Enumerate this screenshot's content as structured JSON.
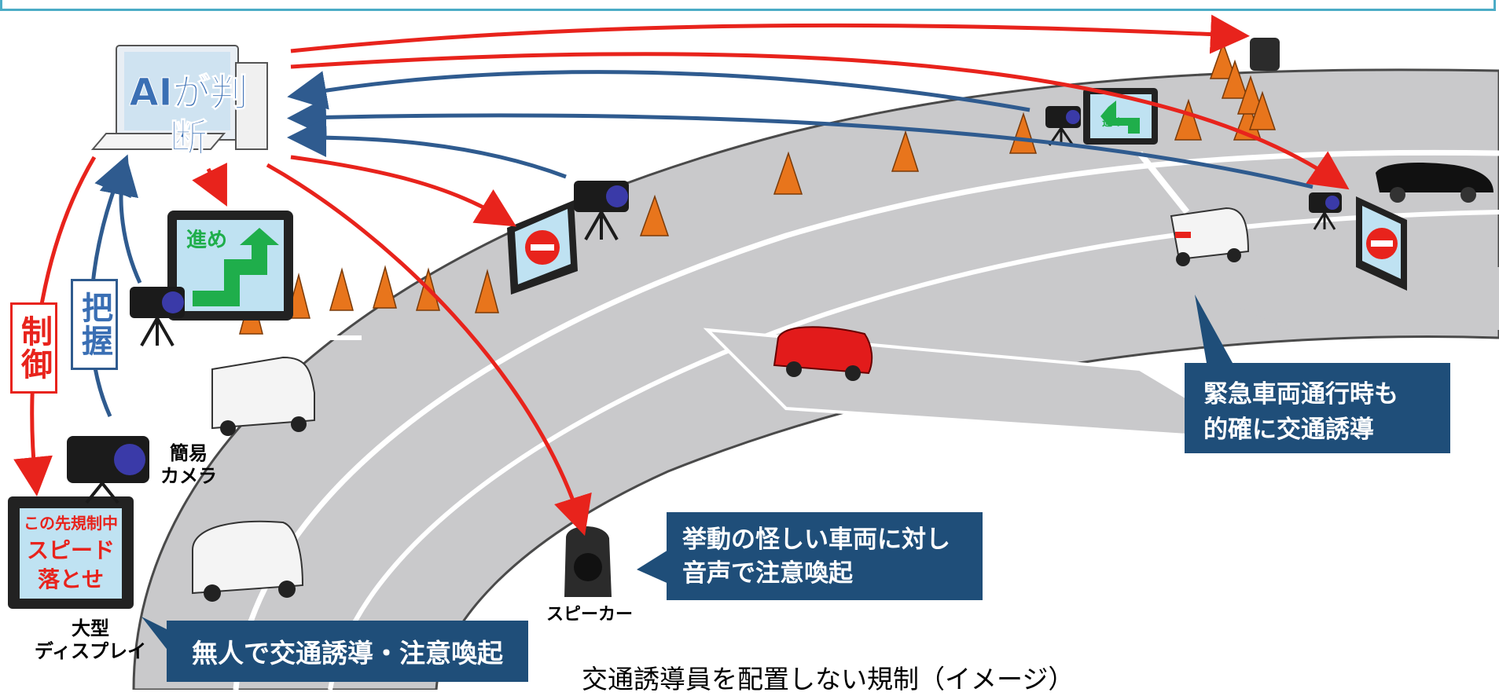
{
  "header_color": "#4bacc6",
  "ai_label": "AIが判断",
  "control_label": "制御",
  "grasp_label": "把握",
  "simple_camera_label": "簡易\nカメラ",
  "large_display_label": "大型\nディスプレイ",
  "speaker_label": "スピーカー",
  "display_message": {
    "line1": "この先規制中",
    "line2": "スピード",
    "line3": "落とせ"
  },
  "go_sign_text": "進め",
  "callout_unmanned": "無人で交通誘導・注意喚起",
  "callout_suspicious": {
    "line1": "挙動の怪しい車両に対し",
    "line2": "音声で注意喚起"
  },
  "callout_emergency": {
    "line1": "緊急車両通行時も",
    "line2": "的確に交通誘導"
  },
  "caption": "交通誘導員を配置しない規制（イメージ）",
  "colors": {
    "control_arrow": "#e8231c",
    "grasp_arrow": "#2f5b8f",
    "callout_bg": "#1f4e79",
    "ai_text": "#3a6fb4",
    "road": "#c9c9cb"
  }
}
